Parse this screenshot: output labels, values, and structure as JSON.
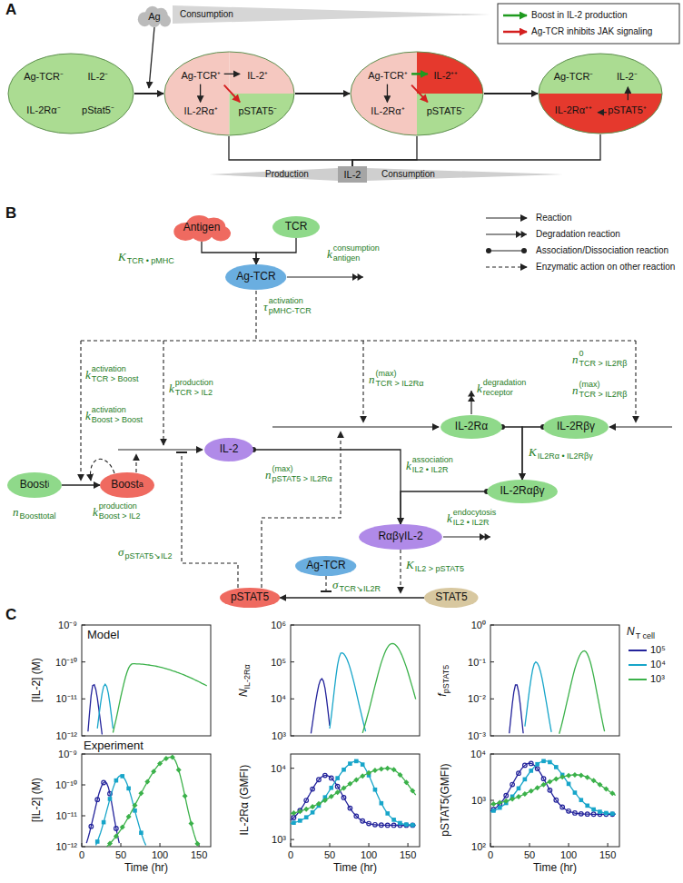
{
  "diagram": {
    "nodes": [
      {
        "text": [
          "Ag"
        ]
      },
      {
        "text": [
          "Ag-TCR⁻",
          "IL-2⁻",
          "IL-2Rα⁻",
          "pStat5⁻"
        ]
      },
      {
        "text": [
          "Ag-TCR⁺",
          "IL-2⁺",
          "IL-2Rα⁺",
          "pSTAT5⁻"
        ]
      },
      {
        "text": [
          "Ag-TCR⁺",
          "IL-2⁺⁺",
          "IL-2Rα⁺",
          "pSTAT5⁻"
        ]
      },
      {
        "text": [
          "Ag-TCR⁻",
          "IL-2⁻",
          "IL-2Rα⁺⁺",
          "pSTAT5⁺"
        ]
      },
      {
        "text": [
          "IL-2"
        ]
      },
      {
        "text": [
          "Antigen"
        ]
      },
      {
        "text": [
          "TCR"
        ]
      },
      {
        "text": [
          "Ag-TCR"
        ]
      },
      {
        "text": [
          "Boost",
          "i"
        ]
      },
      {
        "text": [
          "Boost",
          "a"
        ]
      },
      {
        "text": [
          "IL-2"
        ]
      },
      {
        "text": [
          "IL-2Rα"
        ]
      },
      {
        "text": [
          "IL-2Rβγ"
        ]
      },
      {
        "text": [
          "IL-2Rαβγ"
        ]
      },
      {
        "text": [
          "RαβγIL-2"
        ]
      },
      {
        "text": [
          "Ag-TCR"
        ]
      },
      {
        "text": [
          "STAT5"
        ]
      },
      {
        "text": [
          "pSTAT5"
        ]
      }
    ],
    "edges": [
      {
        "from": 1,
        "to": 2,
        "arrow": "to"
      },
      {
        "from": 2,
        "to": 3,
        "arrow": "to"
      },
      {
        "from": 3,
        "to": 4,
        "arrow": "to"
      },
      {
        "from": 2,
        "to": 5,
        "arrow": "none"
      },
      {
        "from": 3,
        "to": 5,
        "arrow": "none"
      },
      {
        "from": 4,
        "to": 5,
        "arrow": "none"
      },
      {
        "from": 6,
        "to": 8,
        "arrow": "to"
      },
      {
        "from": 7,
        "to": 8,
        "arrow": "to"
      },
      {
        "from": 9,
        "to": 10,
        "arrow": "to"
      },
      {
        "from": 12,
        "to": 14,
        "arrow": "to"
      },
      {
        "from": 13,
        "to": 14,
        "arrow": "to"
      },
      {
        "from": 11,
        "to": 15,
        "arrow": "to"
      },
      {
        "from": 14,
        "to": 15,
        "arrow": "to"
      },
      {
        "from": 17,
        "to": 18,
        "arrow": "to"
      }
    ],
    "labels": [
      "A",
      "Consumption",
      "Production",
      "Consumption",
      "B",
      "K",
      "TCR • pMHC",
      "k",
      "consumption",
      "antigen",
      "τ",
      "activation",
      "pMHC-TCR",
      "k",
      "activation",
      "TCR > Boost",
      "k",
      "activation",
      "Boost > Boost",
      "n",
      "Boosttotal",
      "k",
      "production",
      "TCR > IL2",
      "k",
      "production",
      "Boost > IL2",
      "n",
      "(max)",
      "TCR > IL2Rα",
      "k",
      "degradation",
      "receptor",
      "n",
      "0",
      "TCR > IL2Rβ",
      "n",
      "(max)",
      "TCR > IL2Rβ",
      "n",
      "(max)",
      "pSTAT5 > IL2Rα",
      "K",
      "IL2Rα • IL2Rβγ",
      "k",
      "association",
      "IL2 • IL2R",
      "k",
      "endocytosis",
      "IL2 • IL2R",
      "σ",
      "pSTAT5↘IL2",
      "σ",
      "TCR↘IL2R",
      "K",
      "IL2 > pSTAT5",
      "C",
      "Model",
      "Experiment",
      "N",
      "T cell",
      "[IL-2] (M)",
      "10⁻⁹",
      "10⁻¹⁰",
      "10⁻¹¹",
      "10⁻¹²",
      "N",
      "IL-2Rα",
      "10⁶",
      "10⁵",
      "10⁴",
      "10³",
      "f",
      "pSTAT5",
      "10⁰",
      "10⁻¹",
      "10⁻²",
      "10⁻³",
      "[IL-2] (M)",
      "10⁻⁹",
      "10⁻¹⁰",
      "10⁻¹¹",
      "10⁻¹²",
      "0",
      "50",
      "100",
      "150",
      "Time (hr)",
      "IL-2Rα (GMFI)",
      "10⁴",
      "10³",
      "0",
      "50",
      "100",
      "150",
      "Time (hr)",
      "pSTAT5(GMFI)",
      "10⁴",
      "10³",
      "10²",
      "0",
      "50",
      "100",
      "150",
      "Time (hr)"
    ],
    "legend": [
      {
        "text": "Boost in IL-2 production"
      },
      {
        "text": "Ag-TCR inhibits JAK signaling"
      },
      {
        "text": "Reaction"
      },
      {
        "text": "Degradation reaction"
      },
      {
        "text": "Association/Dissociation reaction"
      },
      {
        "text": "Enzymatic action on other reaction"
      },
      {
        "text": "10⁵"
      },
      {
        "text": "10⁴"
      },
      {
        "text": "10³"
      }
    ]
  }
}
